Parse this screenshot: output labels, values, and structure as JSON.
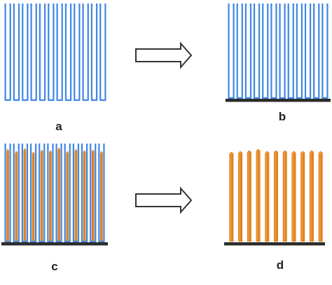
{
  "figure": {
    "panels": [
      {
        "id": "a",
        "label": "a",
        "tubes": 12,
        "base": false,
        "tube_color": "#3f86e4",
        "tube_fill": "#ffffff",
        "wire_color": null
      },
      {
        "id": "b",
        "label": "b",
        "tubes": 12,
        "base": true,
        "tube_color": "#3f86e4",
        "tube_fill": "#ffffff",
        "wire_color": null
      },
      {
        "id": "c",
        "label": "c",
        "tubes": 12,
        "base": true,
        "tube_color": "#3f86e4",
        "tube_fill": "#ffffff",
        "wire_color": "#f2952e"
      },
      {
        "id": "d",
        "label": "d",
        "tubes": 0,
        "wires": 11,
        "base": true,
        "tube_color": null,
        "tube_fill": null,
        "wire_color": "#f2952e"
      }
    ],
    "arrows": [
      {
        "name": "arrow-top"
      },
      {
        "name": "arrow-bottom"
      }
    ],
    "colors": {
      "tube_outline": "#3f86e4",
      "wire": "#f2952e",
      "wire_shadow": "#d0741a",
      "base": "#2b2b2b",
      "arrow_outline": "#333333"
    }
  }
}
